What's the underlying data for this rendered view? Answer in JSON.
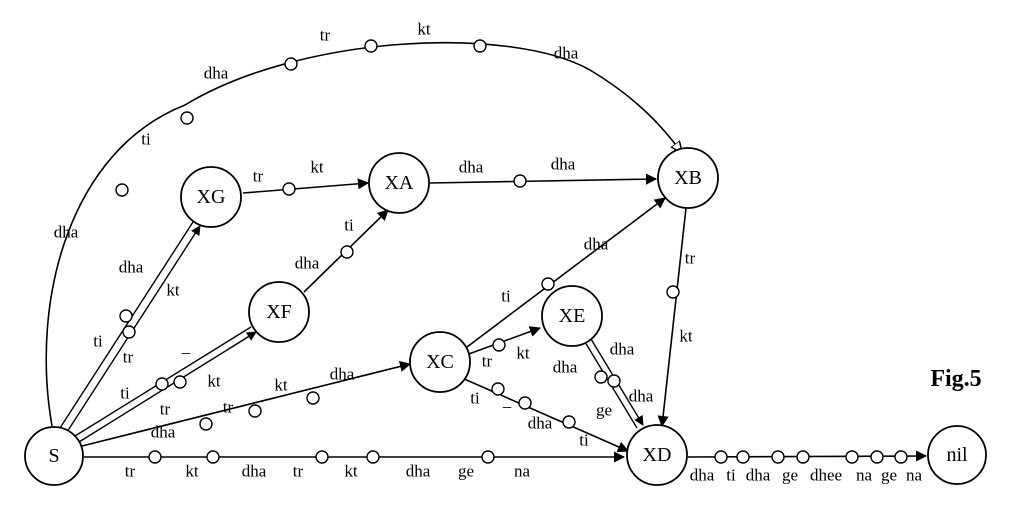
{
  "figure": {
    "label": "Fig.5"
  },
  "nodes": [
    {
      "id": "S",
      "label": "S"
    },
    {
      "id": "XG",
      "label": "XG"
    },
    {
      "id": "XA",
      "label": "XA"
    },
    {
      "id": "XB",
      "label": "XB"
    },
    {
      "id": "XF",
      "label": "XF"
    },
    {
      "id": "XC",
      "label": "XC"
    },
    {
      "id": "XE",
      "label": "XE"
    },
    {
      "id": "XD",
      "label": "XD"
    },
    {
      "id": "nil",
      "label": "nil"
    }
  ],
  "edges": [
    {
      "id": "s-xb-arc",
      "from": "S",
      "to": "XB",
      "labels": [
        "dha",
        "ti",
        "dha",
        "tr",
        "kt",
        "dha"
      ]
    },
    {
      "id": "s-xg",
      "from": "S",
      "to": "XG",
      "labels": [
        "tr",
        "ti",
        "kt",
        "dha"
      ]
    },
    {
      "id": "xg-xa",
      "from": "XG",
      "to": "XA",
      "labels": [
        "tr",
        "kt"
      ]
    },
    {
      "id": "xa-xb",
      "from": "XA",
      "to": "XB",
      "labels": [
        "dha",
        "dha"
      ]
    },
    {
      "id": "s-xf",
      "from": "S",
      "to": "XF",
      "labels": [
        "tr",
        "ti",
        "kt",
        "–"
      ]
    },
    {
      "id": "xf-xa",
      "from": "XF",
      "to": "XA",
      "labels": [
        "dha",
        "ti"
      ]
    },
    {
      "id": "s-xc",
      "from": "S",
      "to": "XC",
      "labels": [
        "dha",
        "tr",
        "kt",
        "dha"
      ]
    },
    {
      "id": "xc-xb",
      "from": "XC",
      "to": "XB",
      "labels": [
        "ti",
        "dha"
      ]
    },
    {
      "id": "xc-xe",
      "from": "XC",
      "to": "XE",
      "labels": [
        "tr",
        "kt"
      ]
    },
    {
      "id": "xc-xd",
      "from": "XC",
      "to": "XD",
      "labels": [
        "ti",
        "–",
        "dha",
        "ti"
      ]
    },
    {
      "id": "xe-xd",
      "from": "XE",
      "to": "XD",
      "labels": [
        "dha",
        "dha",
        "dha",
        "ge"
      ]
    },
    {
      "id": "xb-xd",
      "from": "XB",
      "to": "XD",
      "labels": [
        "tr",
        "kt"
      ]
    },
    {
      "id": "s-xd",
      "from": "S",
      "to": "XD",
      "labels": [
        "tr",
        "kt",
        "dha",
        "tr",
        "kt",
        "dha",
        "ge",
        "na"
      ]
    },
    {
      "id": "xd-nil",
      "from": "XD",
      "to": "nil",
      "labels": [
        "dha",
        "ti",
        "dha",
        "ge",
        "dhee",
        "na",
        "ge",
        "na"
      ]
    }
  ]
}
